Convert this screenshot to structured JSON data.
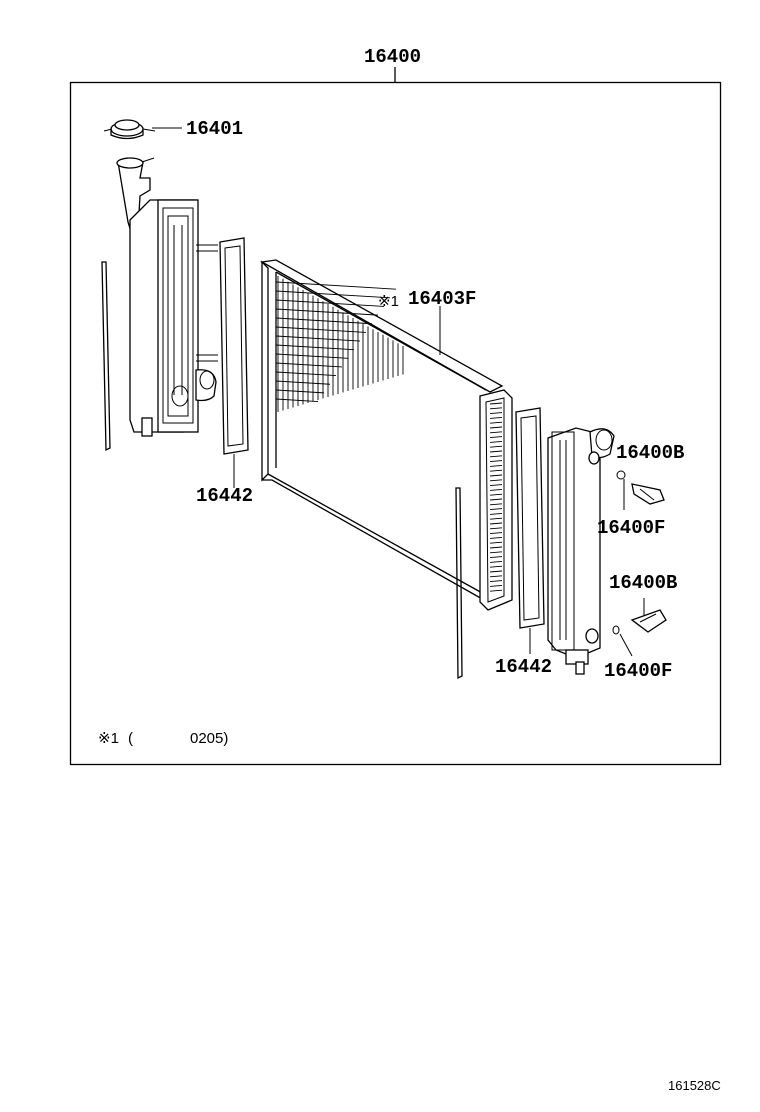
{
  "assembly": {
    "part_no": "16400"
  },
  "callouts": {
    "cap": "16401",
    "core": "16403F",
    "core_mark": "※1",
    "gasket_left": "16442",
    "gasket_right": "16442",
    "plug_upper": "16400B",
    "oring_upper": "16400F",
    "plug_lower": "16400B",
    "oring_lower": "16400F"
  },
  "footnote": {
    "mark": "※1",
    "open": "(",
    "code": "0205)"
  },
  "figure_ref": "161528C"
}
